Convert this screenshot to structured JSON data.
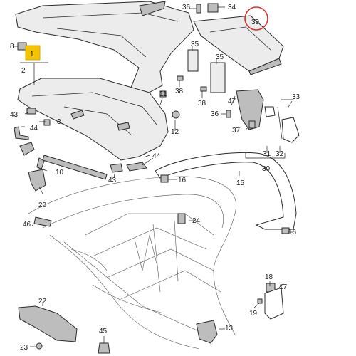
{
  "labels": {
    "l1": "1",
    "l2": "2",
    "l3": "3",
    "l8": "8",
    "l10": "10",
    "l11": "11",
    "l12": "12",
    "l13": "13",
    "l15": "15",
    "l16a": "16",
    "l16b": "16",
    "l17": "17",
    "l18": "18",
    "l19": "19",
    "l20": "20",
    "l22": "22",
    "l23": "23",
    "l24": "24",
    "l30": "30",
    "l31": "31",
    "l32": "32",
    "l33": "33",
    "l34": "34",
    "l35a": "35",
    "l35b": "35",
    "l36a": "36",
    "l36b": "36",
    "l37": "37",
    "l38a": "38",
    "l38b": "38",
    "l39": "39",
    "l43a": "43",
    "l43b": "43",
    "l44a": "44",
    "l44b": "44",
    "l45": "45",
    "l46": "46",
    "l47": "47"
  },
  "colors": {
    "highlight_box": "#f5c400",
    "highlight_circle": "#d9302c",
    "stroke": "#2a2a2a"
  }
}
